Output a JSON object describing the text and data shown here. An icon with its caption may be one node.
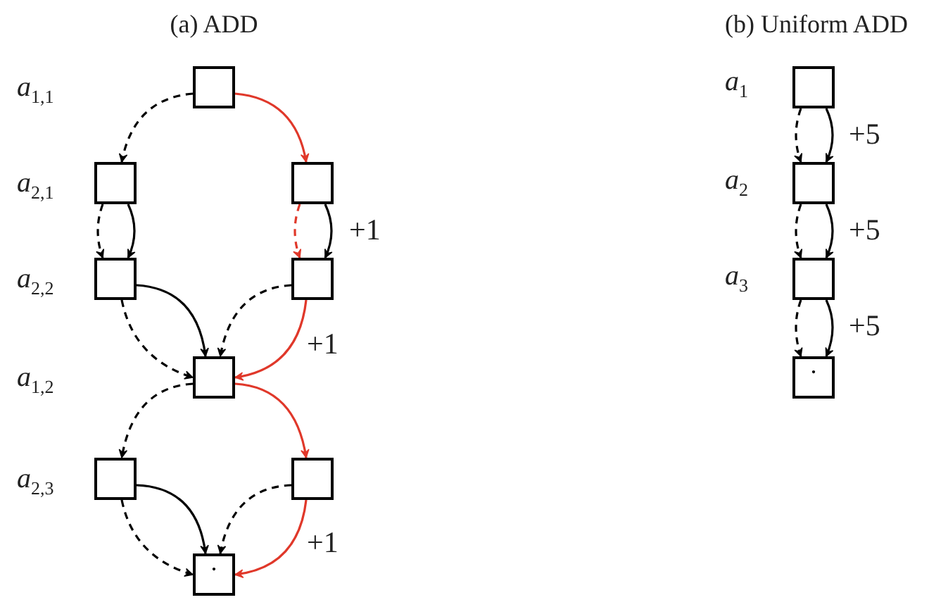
{
  "diagram": {
    "nodes": [
      {
        "text": [],
        "shape": "box"
      },
      {
        "text": [],
        "shape": "box"
      },
      {
        "text": [],
        "shape": "box"
      },
      {
        "text": [],
        "shape": "box"
      },
      {
        "text": [],
        "shape": "box"
      },
      {
        "text": [],
        "shape": "box"
      },
      {
        "text": [],
        "shape": "box"
      },
      {
        "text": [],
        "shape": "box"
      },
      {
        "text": [
          "·"
        ]
      },
      {
        "text": [],
        "shape": "box"
      },
      {
        "text": [],
        "shape": "box"
      },
      {
        "text": [],
        "shape": "box"
      },
      {
        "text": [
          "·"
        ]
      }
    ],
    "edges": [
      {
        "from": 0,
        "to": 1,
        "arrow": "to",
        "style": "dashed"
      },
      {
        "from": 0,
        "to": 2,
        "arrow": "to",
        "color": "#e0382a"
      },
      {
        "from": 1,
        "to": 3,
        "arrow": "to",
        "style": "dashed"
      },
      {
        "from": 1,
        "to": 3,
        "arrow": "to"
      },
      {
        "from": 2,
        "to": 4,
        "arrow": "to",
        "style": "dashed",
        "color": "#e0382a"
      },
      {
        "from": 2,
        "to": 4,
        "arrow": "to",
        "label": "+1"
      },
      {
        "from": 3,
        "to": 5,
        "arrow": "to"
      },
      {
        "from": 3,
        "to": 5,
        "arrow": "to",
        "style": "dashed"
      },
      {
        "from": 4,
        "to": 5,
        "arrow": "to",
        "style": "dashed"
      },
      {
        "from": 4,
        "to": 5,
        "arrow": "to",
        "label": "+1",
        "color": "#e0382a"
      },
      {
        "from": 5,
        "to": 6,
        "arrow": "to",
        "style": "dashed"
      },
      {
        "from": 5,
        "to": 7,
        "arrow": "to",
        "color": "#e0382a"
      },
      {
        "from": 6,
        "to": 8,
        "arrow": "to"
      },
      {
        "from": 6,
        "to": 8,
        "arrow": "to",
        "style": "dashed"
      },
      {
        "from": 7,
        "to": 8,
        "arrow": "to",
        "style": "dashed"
      },
      {
        "from": 7,
        "to": 8,
        "arrow": "to",
        "label": "+1",
        "color": "#e0382a"
      },
      {
        "from": 9,
        "to": 10,
        "arrow": "to",
        "style": "dashed"
      },
      {
        "from": 9,
        "to": 10,
        "arrow": "to",
        "label": "+5"
      },
      {
        "from": 10,
        "to": 11,
        "arrow": "to",
        "style": "dashed"
      },
      {
        "from": 10,
        "to": 11,
        "arrow": "to",
        "label": "+5"
      },
      {
        "from": 11,
        "to": 12,
        "arrow": "to",
        "style": "dashed"
      },
      {
        "from": 11,
        "to": 12,
        "arrow": "to",
        "label": "+5"
      }
    ],
    "labels": [
      "(a) ADD",
      "(b) Uniform ADD",
      "*a*$_{1,1}$",
      "*a*$_{1}$",
      "*a*$_{2,1}$",
      "*a*$_{2}$",
      "*a*$_{2,2}$",
      "*a*$_{3}$",
      "*a*$_{1,2}$",
      "*a*$_{2,3}$"
    ]
  }
}
